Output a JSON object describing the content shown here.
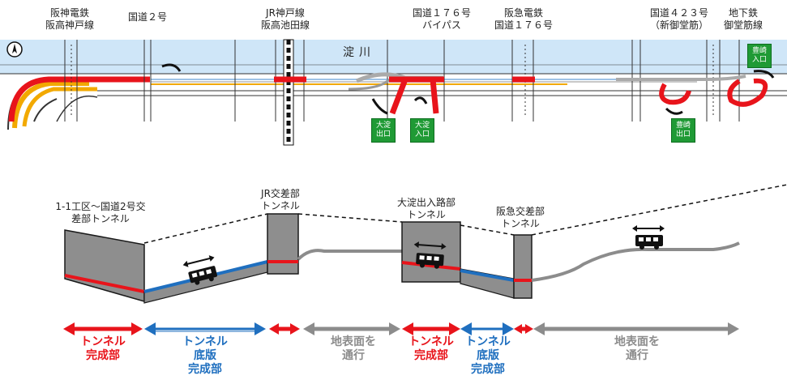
{
  "top_labels": {
    "hanshin_line": [
      "阪神電鉄",
      "阪高神戸線"
    ],
    "route2": "国道２号",
    "jr_line": [
      "JR神戸線",
      "阪高池田線"
    ],
    "route176_bypass": [
      "国道１７６号",
      "バイパス"
    ],
    "hankyu_line": [
      "阪急電鉄",
      "国道１７６号"
    ],
    "route423": [
      "国道４２３号",
      "（新御堂筋）"
    ],
    "subway": [
      "地下鉄",
      "御堂筋線"
    ]
  },
  "river_label": "淀川",
  "north_symbol": "N",
  "ramps": {
    "toyosaki_in": [
      "豊崎",
      "入口"
    ],
    "toyosaki_out": [
      "豊崎",
      "出口"
    ],
    "oyodo_out": [
      "大淀",
      "出口"
    ],
    "oyodo_in": [
      "大淀",
      "入口"
    ]
  },
  "profile_labels": {
    "section1": [
      "1-1工区～国道2号交",
      "差部トンネル"
    ],
    "jr_crossing": [
      "JR交差部",
      "トンネル"
    ],
    "oyodo_ramp": [
      "大淀出入路部",
      "トンネル"
    ],
    "hankyu_crossing": [
      "阪急交差部",
      "トンネル"
    ]
  },
  "legend": {
    "tunnel_done": [
      "トンネル",
      "完成部"
    ],
    "slab_done": [
      "トンネル",
      "底版",
      "完成部"
    ],
    "surface": [
      "地表面を",
      "通行"
    ]
  },
  "colors": {
    "tunnel_done": "#e8141b",
    "slab_done": "#1f6fbf",
    "surface": "#8c8c8c",
    "river": "#cfe6f8",
    "ramp_box": "#1f9a35",
    "structure": "#8e8e8e",
    "outline": "#1a1a1a",
    "ramp_road": "#f2a900"
  }
}
